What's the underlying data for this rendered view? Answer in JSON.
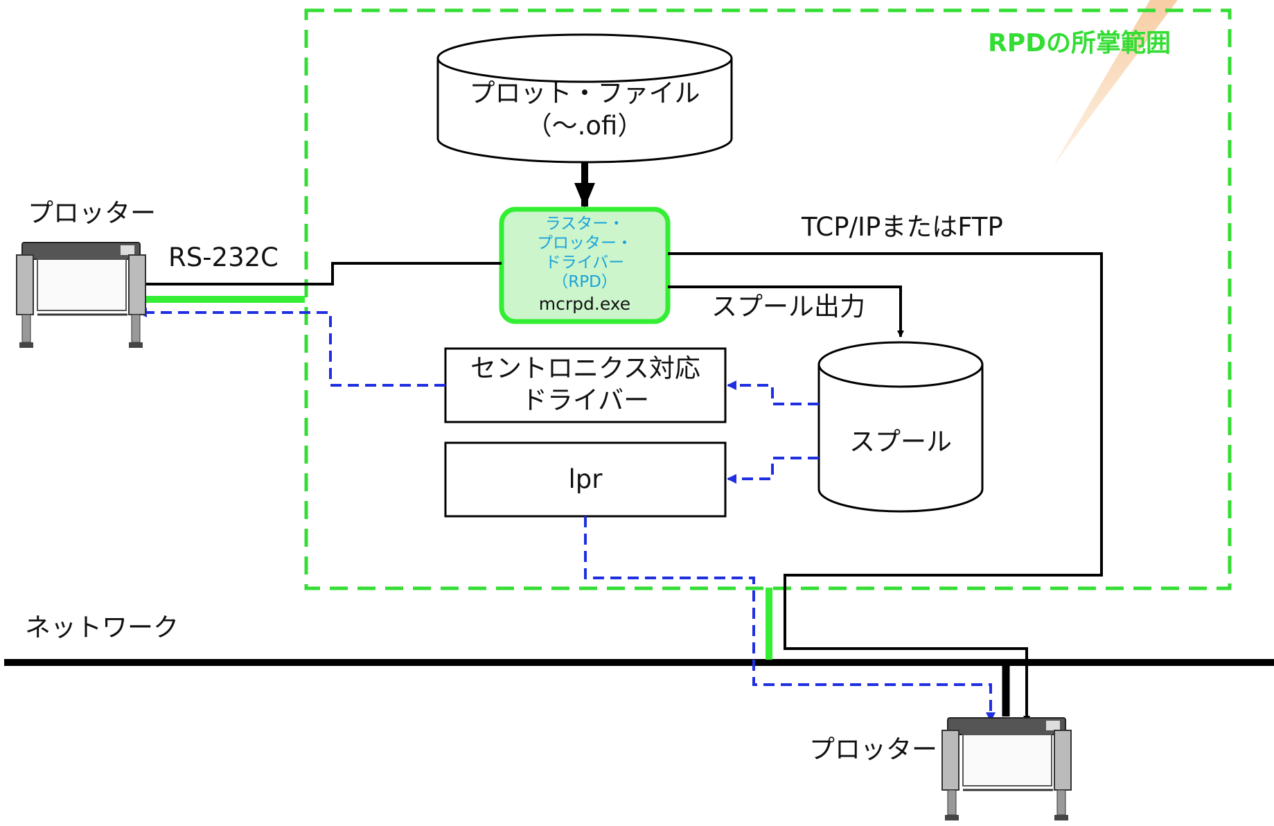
{
  "scope": {
    "label": "RPDの所掌範囲"
  },
  "plot_file": {
    "line1": "プロット・ファイル",
    "line2": "（～.ofi）"
  },
  "rpd": {
    "lines": [
      "ラスター・",
      "プロッター・",
      "ドライバー",
      "（RPD）"
    ],
    "exe": "mcrpd.exe"
  },
  "centronics": {
    "line1": "セントロニクス対応",
    "line2": "ドライバー"
  },
  "lpr": {
    "label": "lpr"
  },
  "spool": {
    "label": "スプール"
  },
  "edges": {
    "tcp": "TCP/IPまたはFTP",
    "spool_out": "スプール出力",
    "rs232c": "RS-232C"
  },
  "network": {
    "label": "ネットワーク"
  },
  "plotters": {
    "left": "プロッター",
    "bottom": "プロッター"
  },
  "colors": {
    "scope": "#33dd33",
    "rpd_fill": "#ccf5cc",
    "rpd_text": "#1aa3d9",
    "dashed_link": "#1f2fe0",
    "beam": "#f9d9b8"
  }
}
